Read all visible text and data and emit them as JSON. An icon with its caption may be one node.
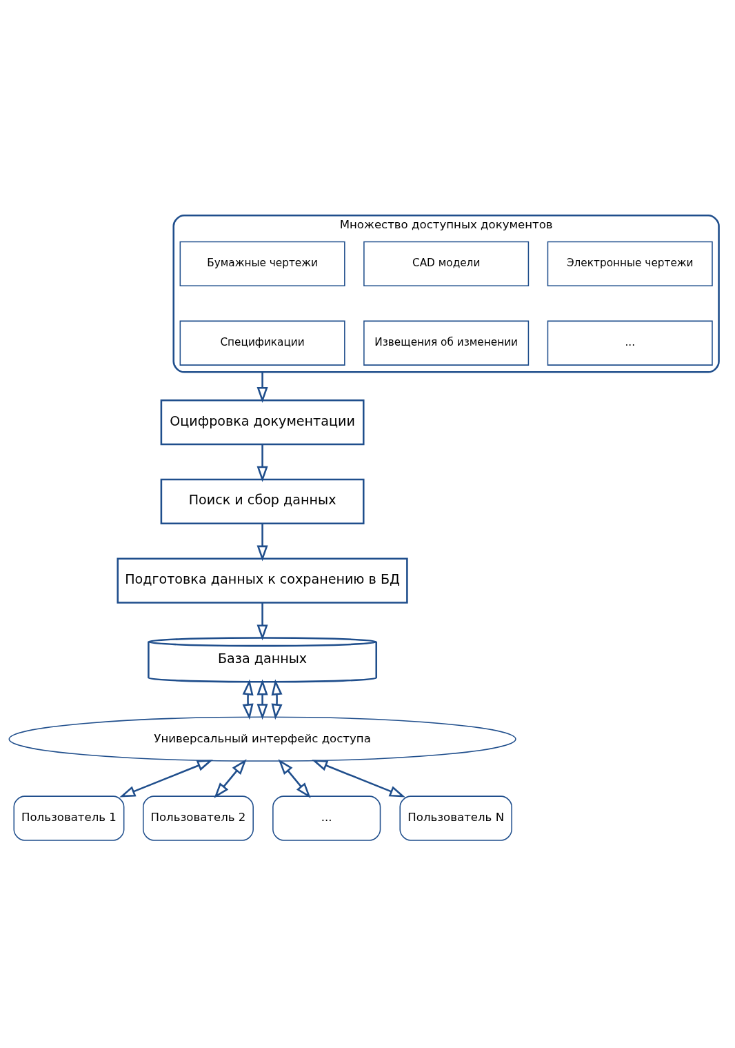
{
  "diagram": {
    "nodes": [
      {
        "text": [
          "Множество доступных документов"
        ]
      },
      {
        "text": [
          "Бумажные чертежи"
        ],
        "in": 0
      },
      {
        "text": [
          "CAD модели"
        ],
        "in": 0
      },
      {
        "text": [
          "Электронные чертежи"
        ],
        "in": 0
      },
      {
        "text": [
          "Спецификации"
        ],
        "in": 0
      },
      {
        "text": [
          "Извещения об изменении"
        ],
        "in": 0
      },
      {
        "text": [
          "..."
        ],
        "in": 0
      },
      {
        "text": [
          "Оцифровка документации"
        ]
      },
      {
        "text": [
          "Поиск и сбор данных"
        ]
      },
      {
        "text": [
          "Подготовка данных к сохранению в БД"
        ]
      },
      {
        "text": [
          "База данных"
        ]
      },
      {
        "text": [
          "Универсальный интерфейс доступа"
        ]
      },
      {
        "text": [
          "Пользователь 1"
        ]
      },
      {
        "text": [
          "Пользователь 2"
        ]
      },
      {
        "text": [
          "..."
        ]
      },
      {
        "text": [
          "Пользователь N"
        ]
      }
    ],
    "edges": [
      {
        "from": 0,
        "to": 7,
        "arrow": "to"
      },
      {
        "from": 7,
        "to": 8,
        "arrow": "to"
      },
      {
        "from": 8,
        "to": 9,
        "arrow": "to"
      },
      {
        "from": 9,
        "to": 10,
        "arrow": "to"
      },
      {
        "from": 10,
        "to": 11,
        "arrow": "both"
      },
      {
        "from": 10,
        "to": 11,
        "arrow": "both"
      },
      {
        "from": 10,
        "to": 11,
        "arrow": "both"
      },
      {
        "from": 11,
        "to": 12,
        "arrow": "both"
      },
      {
        "from": 11,
        "to": 13,
        "arrow": "both"
      },
      {
        "from": 11,
        "to": 14,
        "arrow": "both"
      },
      {
        "from": 11,
        "to": 15,
        "arrow": "both"
      }
    ]
  }
}
